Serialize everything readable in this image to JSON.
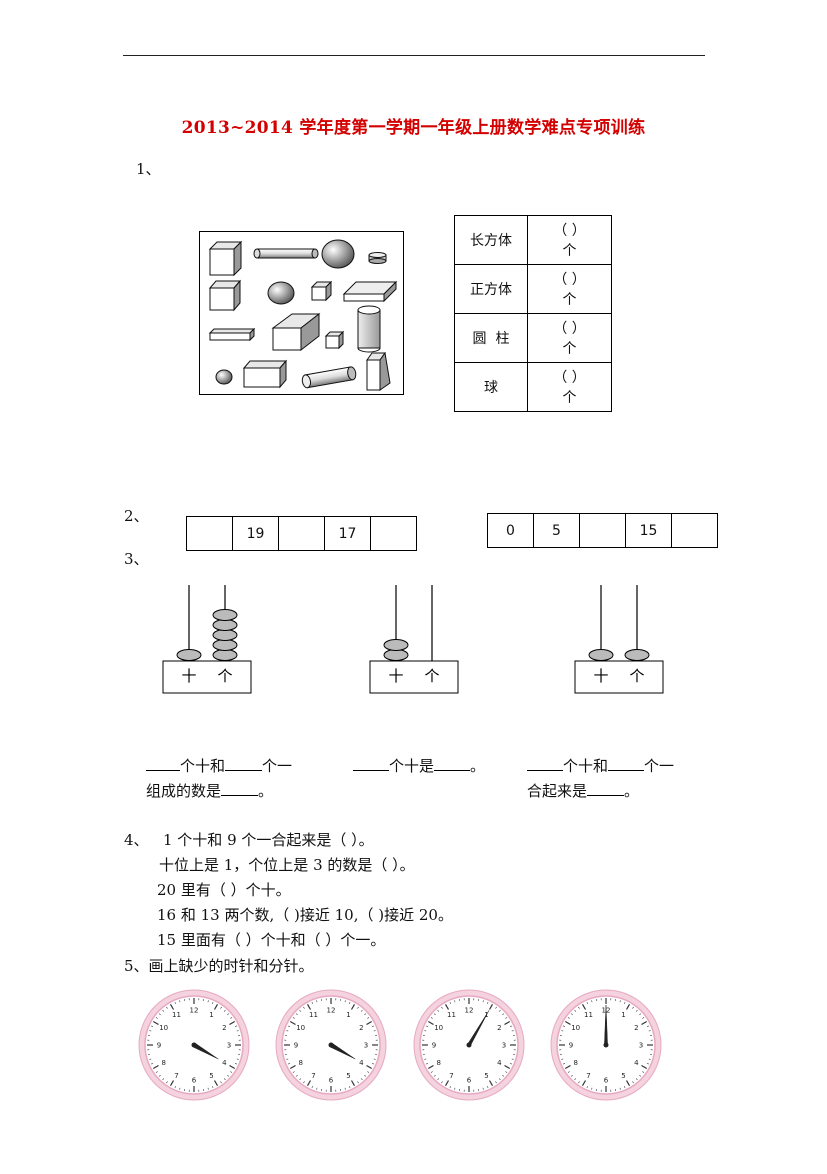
{
  "title": "2013~2014 学年度第一学期一年级上册数学难点专项训练",
  "q1": {
    "label": "1、",
    "rows": [
      {
        "name": "长方体",
        "paren": "（        ）",
        "unit": "个"
      },
      {
        "name": "正方体",
        "paren": "（        ）",
        "unit": "个"
      },
      {
        "name": "圆  柱",
        "paren": "（        ）",
        "unit": "个"
      },
      {
        "name": "球",
        "paren": "（        ）",
        "unit": "个"
      }
    ]
  },
  "q2": {
    "label": "2、",
    "seq1": [
      "",
      "19",
      "",
      "17",
      ""
    ],
    "seq2": [
      "0",
      "5",
      "",
      "15",
      ""
    ]
  },
  "q3": {
    "label": "3、",
    "abacus": [
      {
        "tens_beads": 1,
        "ones_beads": 5,
        "tens_label": "十",
        "ones_label": "个"
      },
      {
        "tens_beads": 2,
        "ones_beads": 0,
        "tens_label": "十",
        "ones_label": "个"
      },
      {
        "tens_beads": 1,
        "ones_beads": 1,
        "tens_label": "十",
        "ones_label": "个"
      }
    ],
    "fill": {
      "a1": "个十和",
      "a2": "个一",
      "a3": "组成的数是",
      "a4": "。",
      "b1": "个十是",
      "b2": "。",
      "c1": "个十和",
      "c2": "个一",
      "c3": "合起来是",
      "c4": "。"
    }
  },
  "q4": {
    "label": "4、",
    "lines": [
      "1 个十和 9 个一合起来是（    ）。",
      "十位上是 1，个位上是 3 的数是（    ）。",
      "20 里有（      ）个十。",
      "16 和 13 两个数,（      )接近 10,（      )接近 20。",
      "15 里面有（      ）个十和（      ）个一。"
    ]
  },
  "q5": {
    "label": "5、画上缺少的时针和分针。",
    "clock_numbers": [
      "12",
      "1",
      "2",
      "3",
      "4",
      "5",
      "6",
      "7",
      "8",
      "9",
      "10",
      "11"
    ],
    "clock_color": "#e7a9c2",
    "clocks": [
      {
        "hour_hand_deg": 120,
        "minute_hand_deg": null
      },
      {
        "hour_hand_deg": 120,
        "minute_hand_deg": null
      },
      {
        "hour_hand_deg": null,
        "minute_hand_deg": 30
      },
      {
        "hour_hand_deg": null,
        "minute_hand_deg": 0
      }
    ]
  }
}
